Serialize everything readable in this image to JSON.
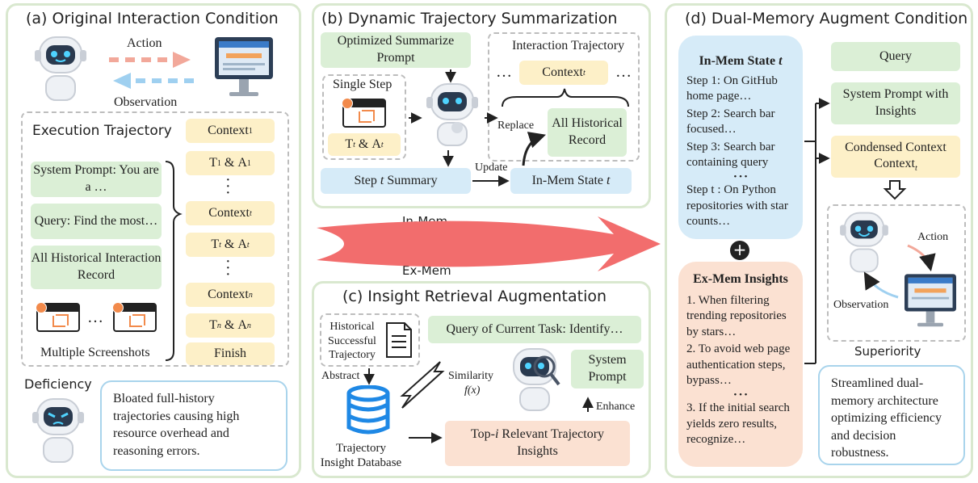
{
  "panel_a": {
    "title": "(a) Original Interaction Condition",
    "action": "Action",
    "observation": "Observation",
    "exec_title": "Execution Trajectory",
    "contexts": [
      "Context",
      "T",
      "&",
      "A",
      "Context",
      "T",
      "&",
      "A",
      "Context",
      "T",
      "&",
      "A",
      "Finish"
    ],
    "sys_prompt": "System Prompt: You are a …",
    "query": "Query: Find the most…",
    "all_hist": "All Historical Interaction Record",
    "screens_dots": "…",
    "multi_screens": "Multiple Screenshots",
    "deficiency": "Deficiency",
    "deficiency_text": "Bloated full-history trajectories causing high resource overhead and reasoning errors."
  },
  "panel_b": {
    "title": "(b) Dynamic Trajectory Summarization",
    "opt_prompt": "Optimized Summarize Prompt",
    "single_step": "Single Step",
    "ta": "T",
    "interaction_traj": "Interaction Trajectory",
    "context_t": "Context",
    "dots": "…",
    "replace": "Replace",
    "all_hist": "All Historical Record",
    "update": "Update",
    "step_summary": "Step t Summary",
    "in_mem_state": "In-Mem State t"
  },
  "middle": {
    "in_mem": "In-Mem",
    "ex_mem": "Ex-Mem"
  },
  "panel_c": {
    "title": "(c) Insight Retrieval Augmentation",
    "hist_success": "Historical Successful Trajectory",
    "query_task": "Query of Current Task: Identify…",
    "abstract": "Abstract",
    "similarity": "Similarity",
    "fx": "f(x)",
    "system_prompt": "System Prompt",
    "enhance": "Enhance",
    "db": "Trajectory Insight Database",
    "top_i": "Top-i Relevant Trajectory Insights"
  },
  "panel_d": {
    "title": "(d) Dual-Memory Augment Condition",
    "in_mem_title": "In-Mem State t",
    "in_mem_steps": [
      "Step 1: On GitHub home page…",
      "Step 2: Search bar focused…",
      "Step 3: Search bar containing query",
      "• • •",
      "Step t : On Python repositories with star counts…"
    ],
    "ex_mem_title": "Ex-Mem Insights",
    "ex_mem_items": [
      "1. When filtering trending repositories by stars…",
      "2. To avoid web page authentication steps, bypass…",
      "• • •",
      "3. If the initial search yields zero results, recognize…"
    ],
    "query": "Query",
    "sys_prompt_insights": "System Prompt with Insights",
    "condensed": "Condensed Context",
    "action": "Action",
    "observation": "Observation",
    "superiority": "Superiority",
    "superiority_text": "Streamlined dual-memory architecture optimizing efficiency and decision robustness."
  },
  "colors": {
    "panel_border": "#d9e8cf",
    "green": "#dbefd6",
    "yellow": "#fdf0c8",
    "blue": "#d6ebf8",
    "peach": "#fbe1d2",
    "arrow_red": "#f26d6d"
  }
}
